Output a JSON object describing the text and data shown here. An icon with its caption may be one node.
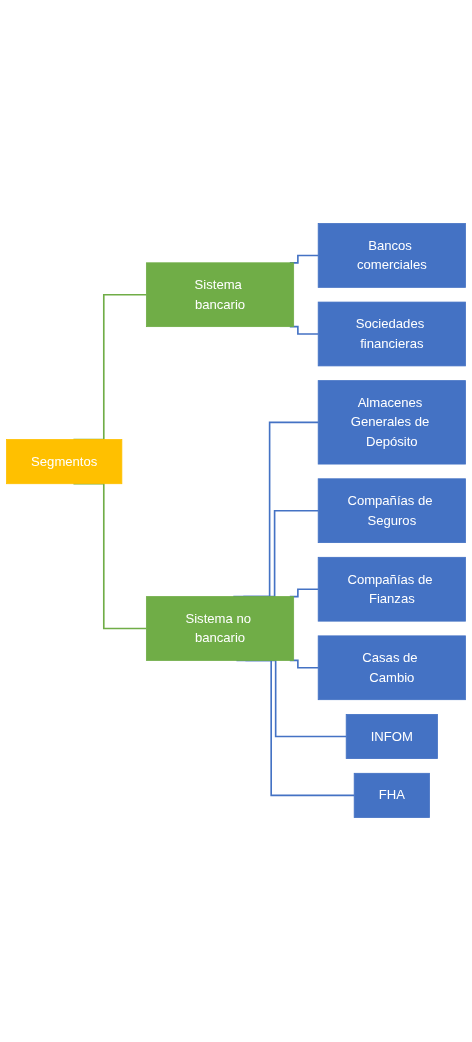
{
  "diagram": {
    "nodes": [
      {
        "text": [
          "Segmentos"
        ]
      },
      {
        "text": [
          "Sistema bancario"
        ]
      },
      {
        "text": [
          "Sistema no bancario"
        ]
      },
      {
        "text": [
          "Bancos comerciales"
        ]
      },
      {
        "text": [
          "Sociedades financieras"
        ]
      },
      {
        "text": [
          "Almacenes Generales de Depósito"
        ]
      },
      {
        "text": [
          "Compañías de Seguros"
        ]
      },
      {
        "text": [
          "Compañías de Fianzas"
        ]
      },
      {
        "text": [
          "Casas de Cambio"
        ]
      },
      {
        "text": [
          "INFOM"
        ]
      },
      {
        "text": [
          "FHA"
        ]
      }
    ],
    "edges": [
      {
        "from": 0,
        "to": 1,
        "arrow": "none",
        "color": "#70ad47"
      },
      {
        "from": 0,
        "to": 2,
        "arrow": "none",
        "color": "#70ad47"
      },
      {
        "from": 1,
        "to": 3,
        "arrow": "none"
      },
      {
        "from": 1,
        "to": 4,
        "arrow": "none"
      },
      {
        "from": 2,
        "to": 5,
        "arrow": "none"
      },
      {
        "from": 2,
        "to": 6,
        "arrow": "none"
      },
      {
        "from": 2,
        "to": 7,
        "arrow": "none"
      },
      {
        "from": 2,
        "to": 8,
        "arrow": "none"
      },
      {
        "from": 2,
        "to": 9,
        "arrow": "none"
      },
      {
        "from": 2,
        "to": 10,
        "arrow": "none"
      }
    ]
  }
}
